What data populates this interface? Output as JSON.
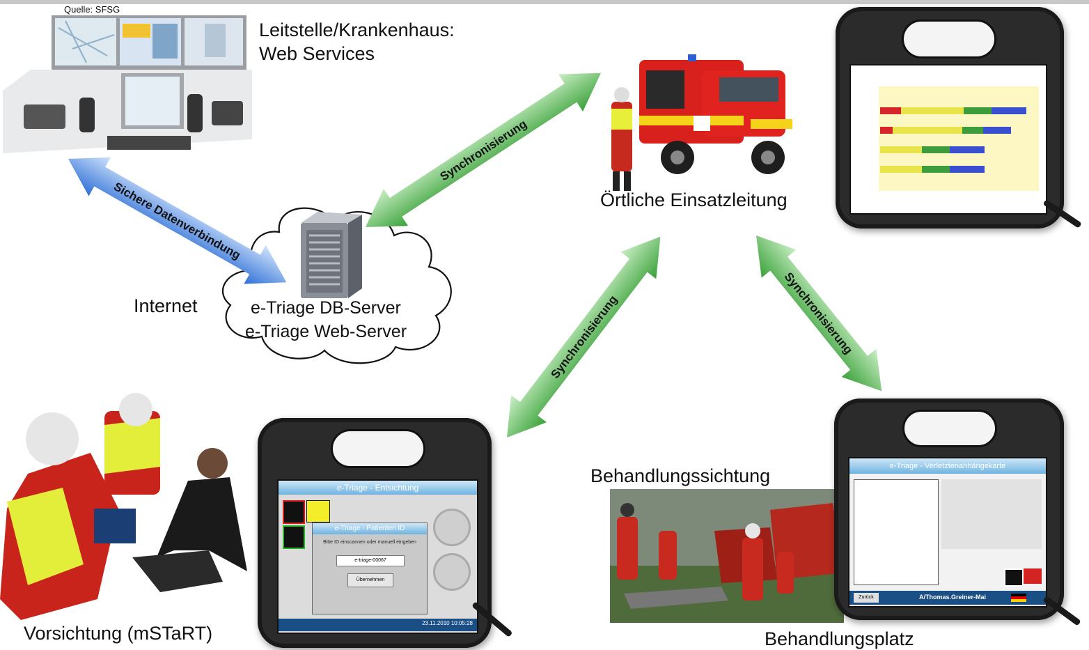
{
  "source_label": "Quelle: SFSG",
  "labels": {
    "leitstelle_line1": "Leitstelle/Krankenhaus:",
    "leitstelle_line2": "Web Services",
    "einsatzleitung": "Örtliche Einsatzleitung",
    "internet": "Internet",
    "db_server": "e-Triage DB-Server",
    "web_server": "e-Triage Web-Server",
    "vorsichtung": "Vorsichtung (mSTaRT)",
    "behandlungssichtung": "Behandlungssichtung",
    "behandlungsplatz": "Behandlungsplatz"
  },
  "arrows": {
    "secure": "Sichere Datenverbindung",
    "sync": "Synchronisierung"
  },
  "tablet_screens": {
    "entsichtung_title": "e-Triage - Entsichtung",
    "patienten_id_title": "e-Triage - Patienten ID",
    "scan_prompt": "Bitte ID einscannen oder manuell eingeben",
    "id_value": "e-triage-00067",
    "confirm_button": "Übernehmen",
    "timestamp": "23.11.2010 10:05:28",
    "verletzten_title": "e-Triage - Verletztenanhängekarte",
    "back_button": "Zurück",
    "user_name": "A/Thomas.Greiner-Mai"
  },
  "colors": {
    "arrow_green": "#3aa13a",
    "arrow_green_light": "#c9eec4",
    "arrow_blue": "#2f6fd6",
    "arrow_blue_light": "#cfe3fb"
  }
}
